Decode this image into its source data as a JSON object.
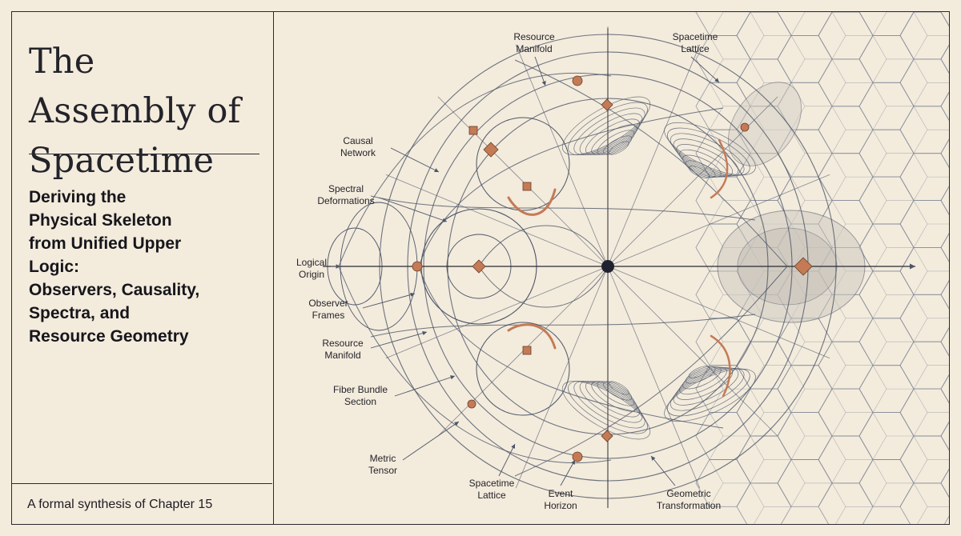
{
  "header": {
    "title": "The Assembly of Spacetime",
    "subtitle": "Deriving the\nPhysical Skeleton\nfrom Unified Upper\nLogic:\nObservers, Causality,\nSpectra, and\nResource Geometry"
  },
  "footer": {
    "text": "A formal synthesis of Chapter 15"
  },
  "diagram": {
    "labels": {
      "resource_manifold_top": "Resource\nManifold",
      "spacetime_lattice_top": "Spacetime\nLattice",
      "causal_network": "Causal\nNetwork",
      "spectral_deformations": "Spectral\nDeformations",
      "logical_origin": "Logical\nOrigin",
      "observer_frames": "Observer\nFrames",
      "resource_manifold_left": "Resource\nManifold",
      "fiber_bundle_section": "Fiber Bundle\nSection",
      "metric_tensor": "Metric\nTensor",
      "spacetime_lattice_bottom": "Spacetime\nLattice",
      "event_horizon": "Event\nHorizon",
      "geometric_transformation": "Geometric\nTransformation"
    }
  },
  "colors": {
    "background": "#f3ebdc",
    "ink": "#2a2a30",
    "line": "#4b5568",
    "accent": "#c47a55",
    "lattice": "#7d8594"
  }
}
